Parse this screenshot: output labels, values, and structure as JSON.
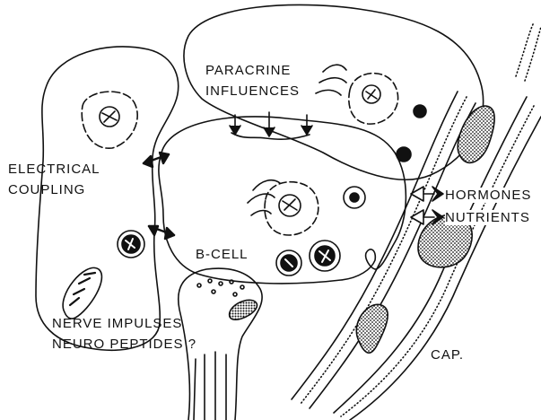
{
  "labels": {
    "paracrine": [
      "PARACRINE",
      "INFLUENCES"
    ],
    "electrical": [
      "ELECTRICAL",
      "COUPLING"
    ],
    "bcell": "B-CELL",
    "hormones": "HORMONES",
    "nutrients": "NUTRIENTS",
    "nerve": [
      "NERVE IMPULSES",
      "NEURO PEPTIDES ?"
    ],
    "cap": "CAP."
  },
  "colors": {
    "ink": "#111111",
    "paper": "#ffffff"
  }
}
